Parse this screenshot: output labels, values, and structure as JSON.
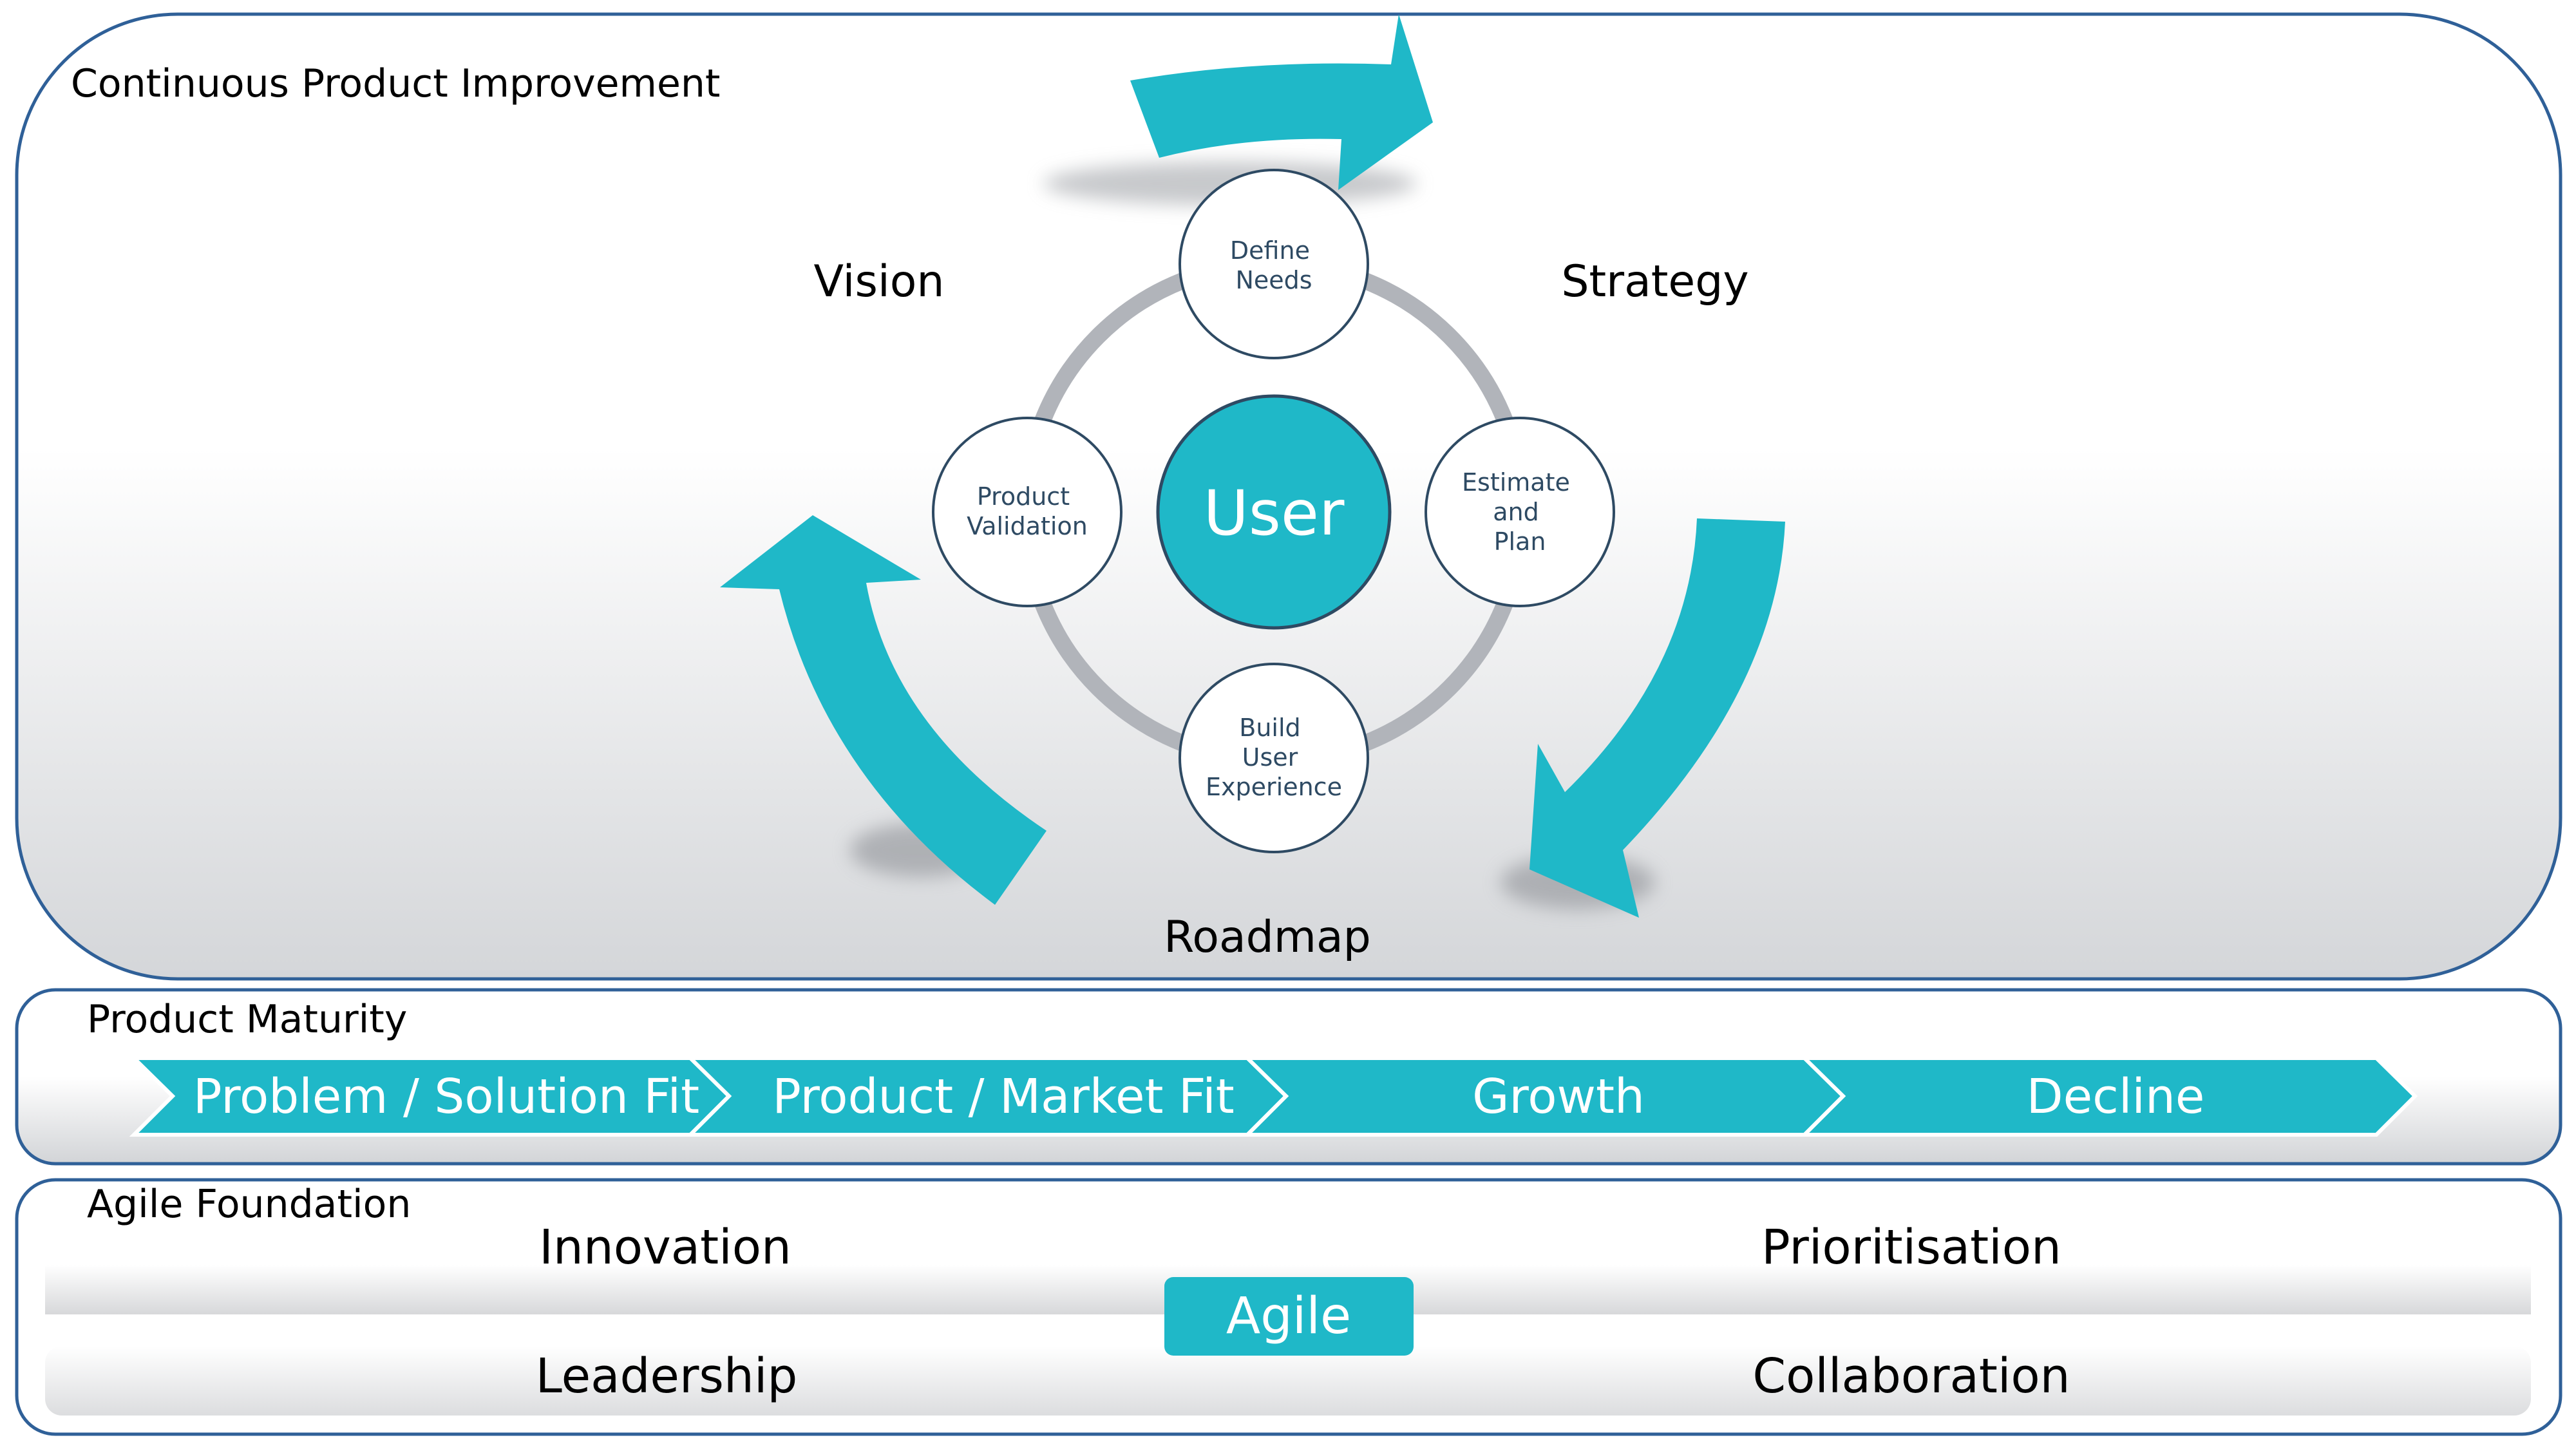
{
  "colors": {
    "accent": "#1fb8c8",
    "border": "#2f6098",
    "ring": "#b1b4ba",
    "node_text": "#2e4a63"
  },
  "improvement": {
    "title": "Continuous Product Improvement",
    "labels": {
      "vision": "Vision",
      "strategy": "Strategy",
      "roadmap": "Roadmap"
    },
    "center": "User",
    "nodes": {
      "define": [
        "Define",
        "Needs"
      ],
      "estimate": [
        "Estimate",
        "and",
        "Plan"
      ],
      "build": [
        "Build",
        "User",
        "Experience"
      ],
      "validation": [
        "Product",
        "Validation"
      ]
    }
  },
  "maturity": {
    "title": "Product Maturity",
    "stages": [
      "Problem / Solution Fit",
      "Product / Market Fit",
      "Growth",
      "Decline"
    ]
  },
  "foundation": {
    "title": "Agile Foundation",
    "center": "Agile",
    "items": {
      "innovation": "Innovation",
      "prioritisation": "Prioritisation",
      "leadership": "Leadership",
      "collaboration": "Collaboration"
    }
  }
}
